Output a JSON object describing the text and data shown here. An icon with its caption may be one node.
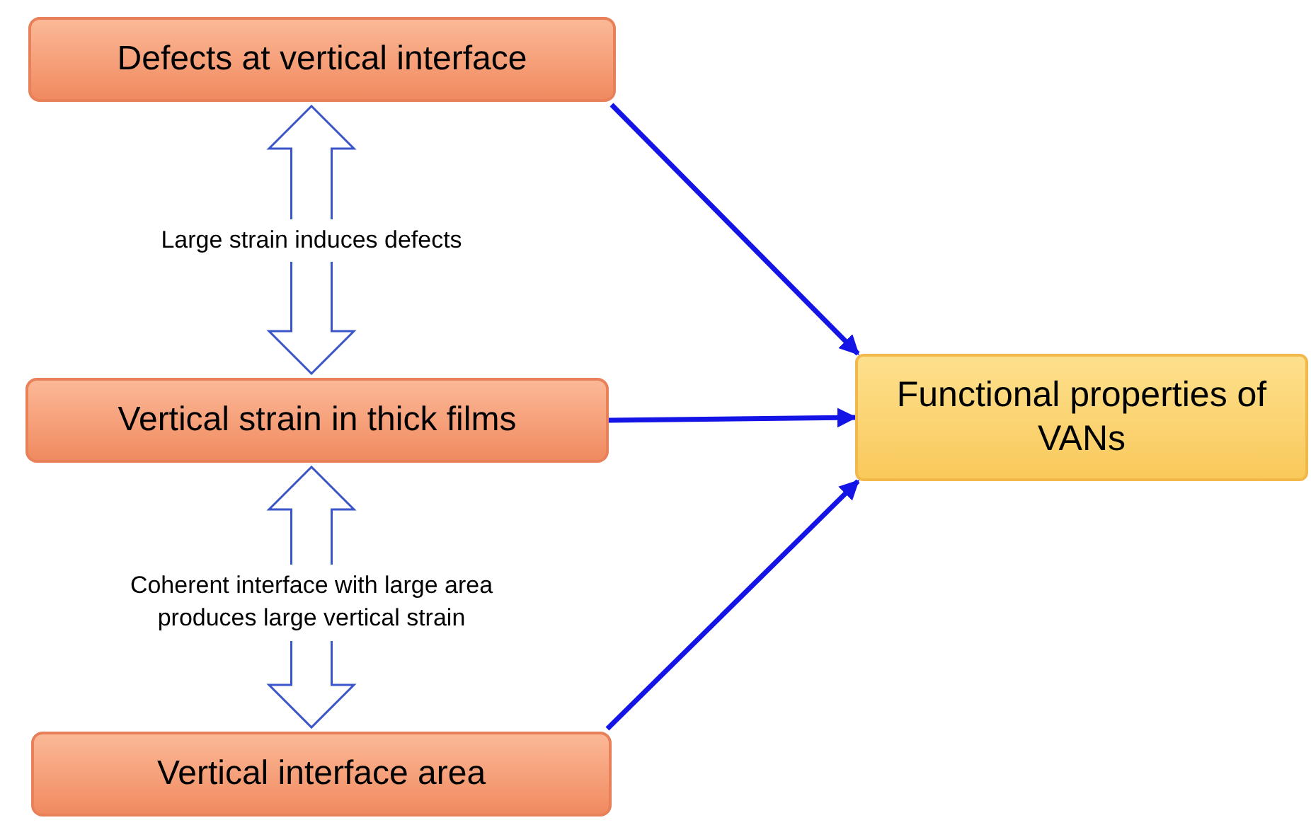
{
  "diagram": {
    "nodes": [
      {
        "text": [
          "Defects at vertical interface"
        ]
      },
      {
        "text": [
          "Vertical strain in thick films"
        ]
      },
      {
        "text": [
          "Vertical interface area"
        ]
      },
      {
        "text": [
          "Functional properties of VANs"
        ]
      }
    ],
    "edges": [
      {
        "from": 0,
        "to": 3,
        "arrow": "to"
      },
      {
        "from": 1,
        "to": 3,
        "arrow": "to"
      },
      {
        "from": 2,
        "to": 3,
        "arrow": "to"
      },
      {
        "from": 0,
        "to": 1,
        "arrow": "both",
        "label": "Large strain induces defects",
        "style": "thick"
      },
      {
        "from": 1,
        "to": 2,
        "arrow": "both",
        "label": "Coherent interface with large area produces large vertical strain",
        "style": "thick"
      }
    ]
  }
}
